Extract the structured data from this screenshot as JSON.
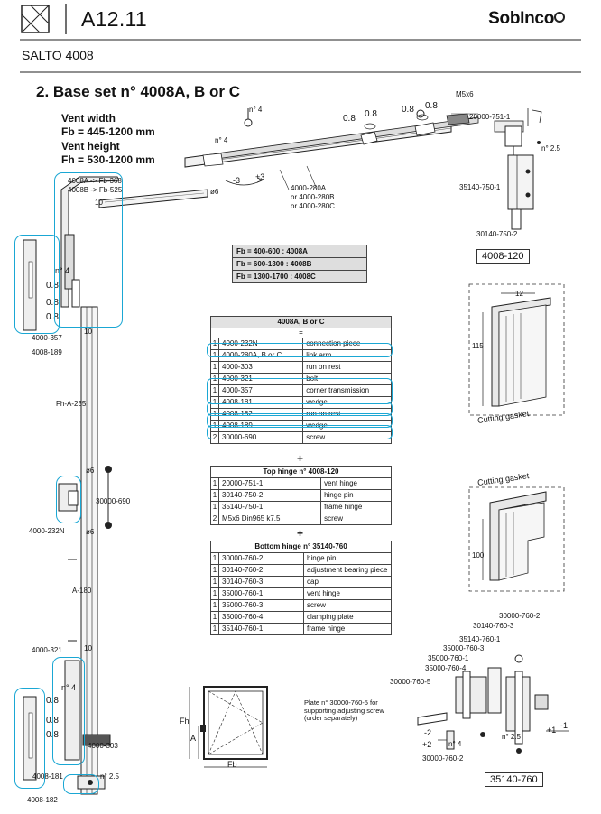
{
  "header": {
    "page_id": "A12.11",
    "brand": "SobInco",
    "product": "SALTO 4008"
  },
  "section_title": "2. Base set n° 4008A, B or C",
  "specs": {
    "vent_width_label": "Vent width",
    "vent_width_value": "Fb = 445-1200 mm",
    "vent_height_label": "Vent height",
    "vent_height_value": "Fh = 530-1200 mm"
  },
  "fb_table": [
    "Fb = 400-600 : 4008A",
    "Fb = 600-1300 : 4008B",
    "Fb = 1300-1700 : 4008C"
  ],
  "ref_boxes": {
    "top_hinge": "4008-120",
    "bottom_hinge": "35140-760"
  },
  "base_set": {
    "title": "4008A, B or C",
    "eq": "=",
    "rows": [
      {
        "q": "1",
        "code": "4000-232N",
        "desc": "connection piece"
      },
      {
        "q": "1",
        "code": "4000-280A, B or C",
        "desc": "link arm"
      },
      {
        "q": "1",
        "code": "4000-303",
        "desc": "run on rest"
      },
      {
        "q": "1",
        "code": "4000-321",
        "desc": "bolt"
      },
      {
        "q": "1",
        "code": "4000-357",
        "desc": "corner transmission"
      },
      {
        "q": "1",
        "code": "4008-181",
        "desc": "wedge"
      },
      {
        "q": "1",
        "code": "4008-182",
        "desc": "run on rest"
      },
      {
        "q": "1",
        "code": "4008-189",
        "desc": "wedge"
      },
      {
        "q": "2",
        "code": "30000-690",
        "desc": "screw"
      }
    ]
  },
  "plus": "+",
  "top_hinge": {
    "title": "Top hinge n° 4008-120",
    "rows": [
      {
        "q": "1",
        "code": "20000-751-1",
        "desc": "vent hinge"
      },
      {
        "q": "1",
        "code": "30140-750-2",
        "desc": "hinge pin"
      },
      {
        "q": "1",
        "code": "35140-750-1",
        "desc": "frame hinge"
      },
      {
        "q": "2",
        "code": "M5x6 Din965 k7.5",
        "desc": "screw"
      }
    ]
  },
  "bottom_hinge": {
    "title": "Bottom hinge n° 35140-760",
    "rows": [
      {
        "q": "1",
        "code": "30000-760-2",
        "desc": "hinge pin"
      },
      {
        "q": "1",
        "code": "30140-760-2",
        "desc": "adjustment bearing piece"
      },
      {
        "q": "1",
        "code": "30140-760-3",
        "desc": "cap"
      },
      {
        "q": "1",
        "code": "35000-760-1",
        "desc": "vent hinge"
      },
      {
        "q": "1",
        "code": "35000-760-3",
        "desc": "screw"
      },
      {
        "q": "1",
        "code": "35000-760-4",
        "desc": "clamping plate"
      },
      {
        "q": "1",
        "code": "35140-760-1",
        "desc": "frame hinge"
      }
    ]
  },
  "gasket": {
    "label_1": "Cutting gasket",
    "label_2": "Cutting gasket",
    "dim_12": "12",
    "dim_115": "115",
    "dim_100": "100"
  },
  "plate_note": [
    "Plate n° 30000-760-5 for",
    "supporting adjusting screw",
    "(order separately)"
  ],
  "labels": {
    "n4": "n° 4",
    "m5x6": "M5x6",
    "d08": "0.8",
    "d2_5": "n° 2.5",
    "l20000": "20000-751-1",
    "l35140_750": "35140-750-1",
    "l30140_750": "30140-750-2",
    "arm_a": "4008A -> Fb-368",
    "arm_b": "4008B -> Fb-525",
    "d10": "10",
    "phi6": "ø6",
    "minus3": "-3",
    "plus3": "+3",
    "link1": "4000-280A",
    "link2": "or 4000-280B",
    "link3": "or 4000-280C",
    "l357": "4000-357",
    "l189": "4008-189",
    "fha": "Fh-A-235",
    "l232": "4000-232N",
    "l690": "30000-690",
    "a180": "A-180",
    "l321": "4000-321",
    "l303": "4000-303",
    "l181": "4008-181",
    "l182": "4008-182",
    "fh": "Fh",
    "a": "A",
    "fb": "Fb",
    "b760_2": "30000-760-2",
    "b760_3": "30140-760-3",
    "b760_1": "35140-760-1",
    "b3500_3": "35000-760-3",
    "b3500_1": "35000-760-1",
    "b760_5": "30000-760-5",
    "b3500_4": "35000-760-4",
    "b760_2b": "30000-760-2",
    "m2": "-2",
    "p2": "+2",
    "p1": "+1",
    "m1": "-1"
  }
}
